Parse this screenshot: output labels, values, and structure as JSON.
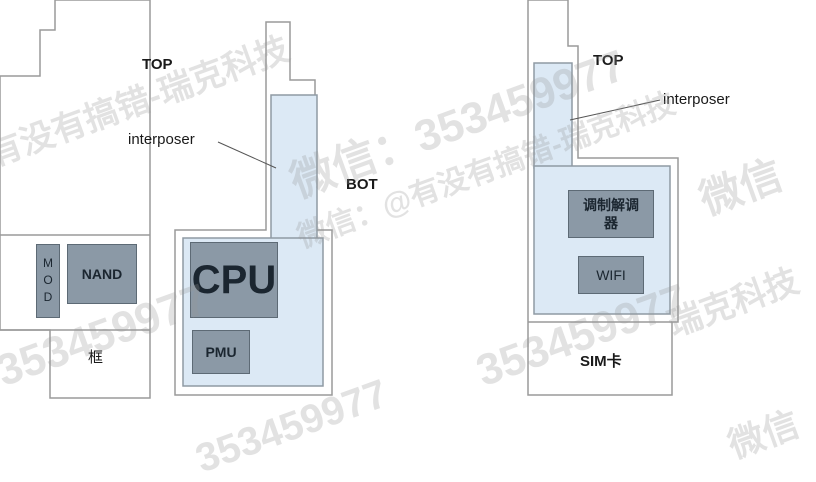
{
  "labels": {
    "top_left": "TOP",
    "bot": "BOT",
    "top_right": "TOP",
    "interposer_left": "interposer",
    "interposer_right": "interposer"
  },
  "components": {
    "mod": "MOD",
    "nand": "NAND",
    "frame": "框",
    "cpu": "CPU",
    "pmu": "PMU",
    "modem": "调制解调器",
    "wifi": "WIFI",
    "sim": "SIM卡"
  },
  "watermarks": {
    "wechat_number": "微信：353459977",
    "wechat_public": "微信：@有没有搞错-瑞克科技",
    "number": "353459977",
    "wechat": "微信",
    "company": "有没有搞错-瑞克科技",
    "tech": "瑞克科技"
  },
  "colors": {
    "board_fill": "#dce9f5",
    "board_stroke": "#8f9aa4",
    "chip_fill": "#8b99a6",
    "outline": "#9a9a9a"
  }
}
